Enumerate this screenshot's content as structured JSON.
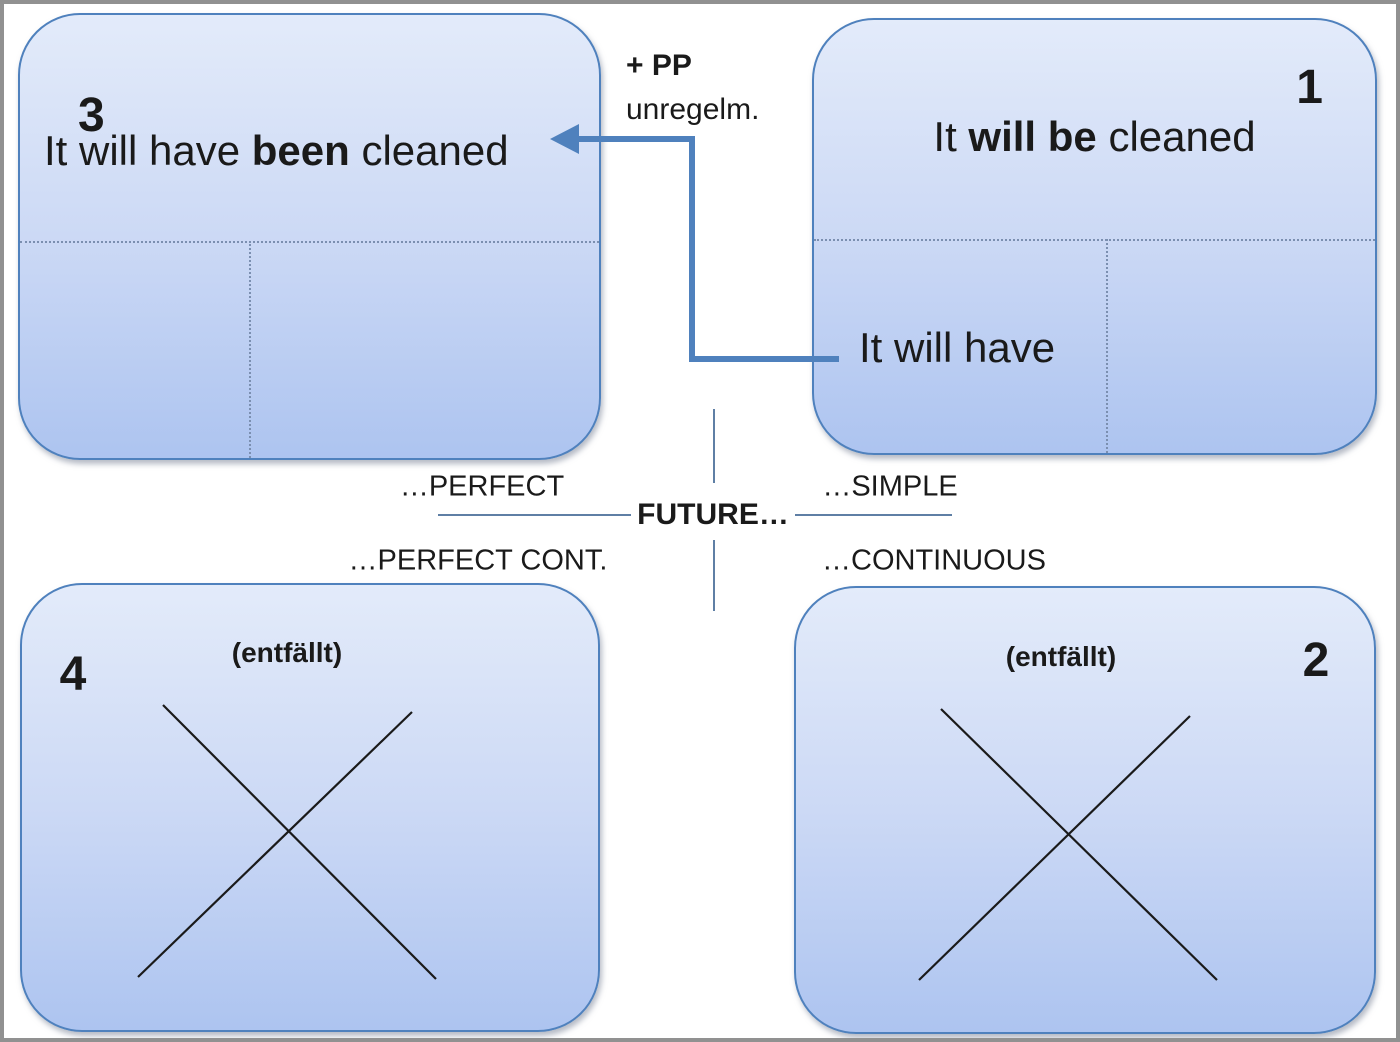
{
  "colors": {
    "accent": "#4f81bd",
    "box_border": "#4f81bd",
    "box_fill_top": "#e3ebfa",
    "box_fill_bottom": "#adc4f0",
    "dotted_line": "#7b8fb0",
    "cross_line": "#5f7fa5",
    "x_mark": "#1a1a1a",
    "frame_border": "#919191",
    "text": "#1a1a1a"
  },
  "boxes": {
    "future_perfect": {
      "number": "3",
      "sentence_pre": "It will have ",
      "sentence_bold": "been",
      "sentence_post": " cleaned"
    },
    "future_simple": {
      "number": "1",
      "sentence_pre": "It ",
      "sentence_bold": "will be",
      "sentence_post": " cleaned",
      "stem": "It will have"
    },
    "future_perfect_continuous": {
      "number": "4",
      "label": "(entfällt)"
    },
    "future_continuous": {
      "number": "2",
      "label": "(entfällt)"
    }
  },
  "arrow": {
    "label_line1": "+ PP",
    "label_line2": "unregelm."
  },
  "center": {
    "title": "FUTURE…",
    "top_left": "…PERFECT",
    "top_right": "…SIMPLE",
    "bottom_left": "…PERFECT CONT.",
    "bottom_right": "…CONTINUOUS"
  }
}
